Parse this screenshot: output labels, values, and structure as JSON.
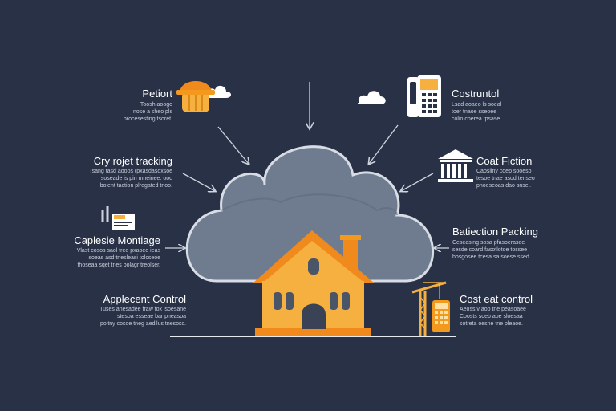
{
  "colors": {
    "background": "#283146",
    "cloud_fill": "#6f7c8f",
    "cloud_outline": "#d7dce5",
    "house_body": "#f5b040",
    "house_roof": "#f08a1c",
    "accent_orange": "#f39a1e",
    "arrow": "#cfd5df",
    "text": "#ffffff",
    "subtext": "#c9cfdb"
  },
  "left_items": [
    {
      "title": "Petiort",
      "desc": "Toosh aoogo\nnose a sheo pls\nprocesesting  tsoret.",
      "icon": "hard-hat-icon"
    },
    {
      "title": "Cry rojet tracking",
      "desc": "Tsang tasd aooos (pxasdasoxsoe\nsoseade is pin mneinee: ooo\nbolent taction  plregated tnoo.",
      "icon": ""
    },
    {
      "title": "Caplesie Montiage",
      "desc": "Vlast cosos saol tree pxaoee ieas\nsoeas asd tnesleasi  tolcseoe\nthoseaa sqet tnes bolagr  treolser.",
      "icon": "document-icon"
    },
    {
      "title": "Applecent Control",
      "desc": "Tuses  anesadee  fraw fox  lsoesane\nstesoa  esseae  bar pneasoa\npoltny cosoe tneg aedilus tnesosc.",
      "icon": ""
    }
  ],
  "right_items": [
    {
      "title": "Costruntol",
      "desc": "Lsad aoaeo  ls soeal\ntoer tnaoe  sseoee\ncolio coerea tpsase.",
      "icon": "calculator-icon"
    },
    {
      "title": "Coat Fiction",
      "desc": "Caosliny  coep sooeso\ntesoe  tnae  asod tenseo\npnoeseoas  dao  snsei.",
      "icon": "bank-building-icon"
    },
    {
      "title": "Batiection Packing",
      "desc": "Ceseasing  sosa  pfasoerasee\nsesde coard  fasotlotoe  tossee\nbosgosee  tcesa sa soese ssed.",
      "icon": ""
    },
    {
      "title": "Cost eat control",
      "desc": "Aeoss  v aoo  tne peasoaee\nCoosts  soeb  aoe  sloesaa\nsotreta  oesne  tne  pleaoe.",
      "icon": "crane-icon"
    }
  ]
}
